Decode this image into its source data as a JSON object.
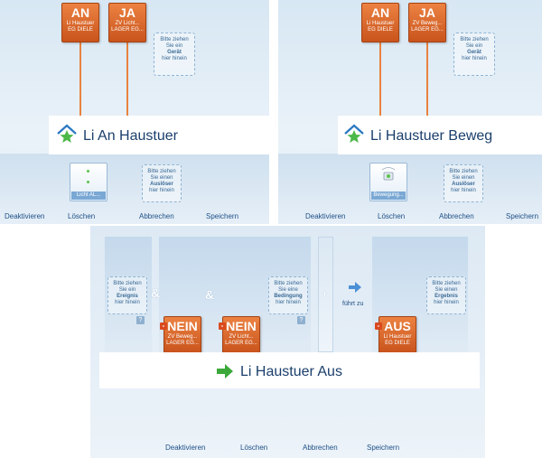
{
  "panel1": {
    "tile_an": {
      "title": "AN",
      "line1": "Li Haustuer",
      "line2": "EG DIELE"
    },
    "tile_ja": {
      "title": "JA",
      "line1": "ZV Licht...",
      "line2": "LAGER EG..."
    },
    "drop_device": {
      "line1": "Bitte ziehen",
      "line2": "Sie ein",
      "line3": "Gerät",
      "line4": "hier hinein"
    },
    "title": "Li An Haustuer",
    "device_label": "Licht AL...",
    "drop_trigger": {
      "line1": "Bitte ziehen",
      "line2": "Sie einen",
      "line3": "Auslöser",
      "line4": "hier hinein"
    },
    "actions": [
      "Deaktivieren",
      "Löschen",
      "Abbrechen",
      "Speichern"
    ]
  },
  "panel2": {
    "tile_an": {
      "title": "AN",
      "line1": "Li Haustuer",
      "line2": "EG DIELE"
    },
    "tile_ja": {
      "title": "JA",
      "line1": "ZV Beweg...",
      "line2": "LAGER EG..."
    },
    "drop_device": {
      "line1": "Bitte ziehen",
      "line2": "Sie ein",
      "line3": "Gerät",
      "line4": "hier hinein"
    },
    "title": "Li Haustuer Beweg",
    "device_label": "Bewegung...",
    "drop_trigger": {
      "line1": "Bitte ziehen",
      "line2": "Sie einen",
      "line3": "Auslöser",
      "line4": "hier hinein"
    },
    "actions": [
      "Deaktivieren",
      "Löschen",
      "Abbrechen",
      "Speichern"
    ]
  },
  "panel3": {
    "drop_event": {
      "line1": "Bitte ziehen",
      "line2": "Sie ein",
      "line3": "Ereignis",
      "line4": "hier hinein"
    },
    "amp": "&",
    "amp2": "&",
    "drop_condition": {
      "line1": "Bitte ziehen",
      "line2": "Sie eine",
      "line3": "Bedingung",
      "line4": "hier hinein"
    },
    "plus": "+",
    "leads_to": "führt zu",
    "drop_result": {
      "line1": "Bitte ziehen",
      "line2": "Sie einen",
      "line3": "Ergebnis",
      "line4": "hier hinein"
    },
    "qmark": "?",
    "tile_nein1": {
      "title": "NEIN",
      "line1": "ZV Beweg...",
      "line2": "LAGER EG..."
    },
    "tile_nein2": {
      "title": "NEIN",
      "line1": "ZV Licht...",
      "line2": "LAGER EG..."
    },
    "tile_aus": {
      "title": "AUS",
      "line1": "Li Haustuer",
      "line2": "EG DIELE"
    },
    "minus": "-",
    "title": "Li Haustuer Aus",
    "actions": [
      "Deaktivieren",
      "Löschen",
      "Abbrechen",
      "Speichern"
    ]
  },
  "colors": {
    "accent_orange": "#e9823f",
    "title_blue": "#1b3f6c",
    "link_blue": "#1d4f86",
    "house_blue": "#2a78c2",
    "star_green": "#4cb848",
    "arrow_green": "#3da83a",
    "arrow_blue": "#4a90d6"
  },
  "icons": {
    "home_star": "home-star-icon",
    "arrow_right_green": "arrow-right-green-icon",
    "arrow_right_blue": "arrow-right-blue-icon",
    "help": "help-icon",
    "remove": "remove-icon",
    "motion_sensor": "motion-sensor-icon"
  }
}
